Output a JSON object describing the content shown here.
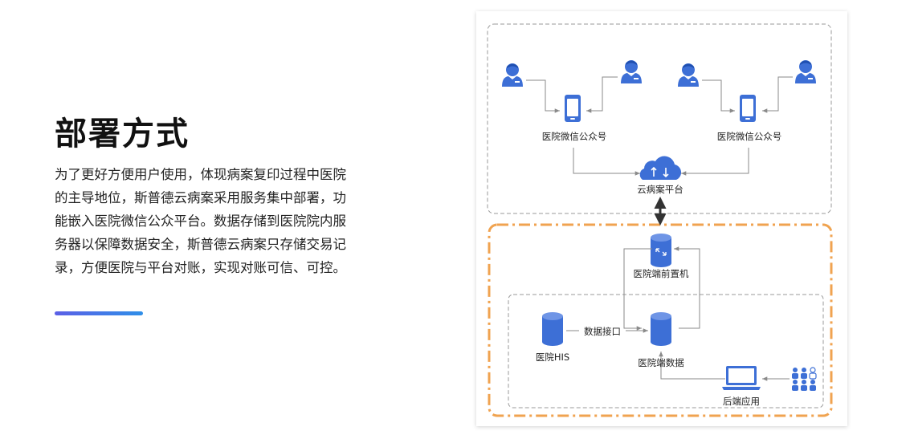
{
  "heading": "部署方式",
  "paragraph_lines": [
    "为了更好方便用户使用，体现病案复印过程中医院",
    "的主导地位，斯普德云病案采用服务集中部署，功",
    "能嵌入医院微信公众平台。数据存储到医院院内服",
    "务器以保障数据安全，斯普德云病案只存储交易记",
    "录，方便医院与平台对账，实现对账可信、可控。"
  ],
  "diagram": {
    "wechat_left": "医院微信公众号",
    "wechat_right": "医院微信公众号",
    "cloud_platform": "云病案平台",
    "front_machine": "医院端前置机",
    "his": "医院HIS",
    "interface": "数据接口",
    "hospital_data": "医院端数据",
    "backend_app": "后端应用"
  },
  "colors": {
    "icon_blue": "#3d6fd6",
    "orange_border": "#f0a350",
    "gray_dash": "#9a9a9a",
    "accent_gradient_start": "#5b5fe6",
    "accent_gradient_end": "#2f8fe8"
  }
}
